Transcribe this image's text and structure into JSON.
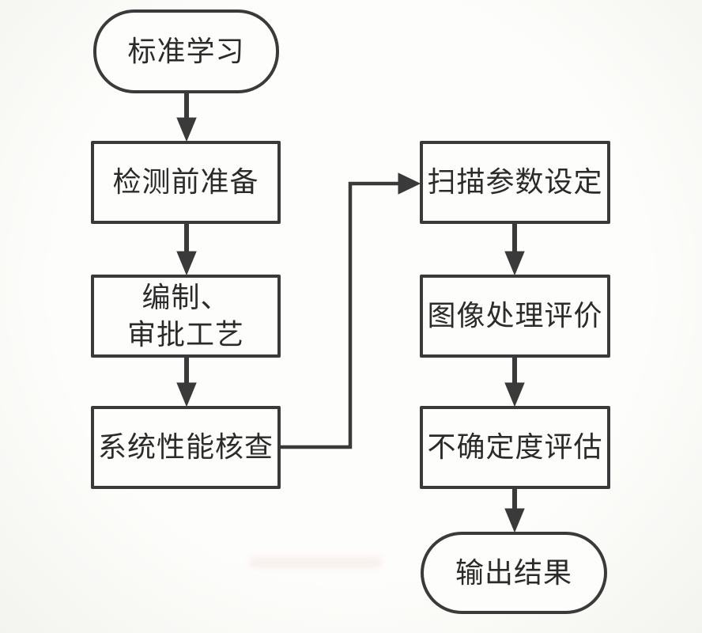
{
  "diagram": {
    "type": "flowchart",
    "stroke_color": "#3a3a3a",
    "text_color": "#2b2b2b",
    "background_color": "#fafaf7",
    "nodes": {
      "standard_learning": {
        "label": "标准学习",
        "shape": "terminator"
      },
      "pre_test_preparation": {
        "label": "检测前准备",
        "shape": "process"
      },
      "compile_approve_procedure": {
        "label": "编制、\n审批工艺",
        "shape": "process"
      },
      "system_performance_check": {
        "label": "系统性能核查",
        "shape": "process"
      },
      "scan_parameter_setting": {
        "label": "扫描参数设定",
        "shape": "process"
      },
      "image_processing_evaluation": {
        "label": "图像处理评价",
        "shape": "process"
      },
      "uncertainty_evaluation": {
        "label": "不确定度评估",
        "shape": "process"
      },
      "output_result": {
        "label": "输出结果",
        "shape": "terminator"
      }
    },
    "edges": [
      {
        "from": "standard_learning",
        "to": "pre_test_preparation",
        "style": "straight-down"
      },
      {
        "from": "pre_test_preparation",
        "to": "compile_approve_procedure",
        "style": "straight-down"
      },
      {
        "from": "compile_approve_procedure",
        "to": "system_performance_check",
        "style": "straight-down"
      },
      {
        "from": "system_performance_check",
        "to": "scan_parameter_setting",
        "style": "elbow-right-up-right"
      },
      {
        "from": "scan_parameter_setting",
        "to": "image_processing_evaluation",
        "style": "straight-down"
      },
      {
        "from": "image_processing_evaluation",
        "to": "uncertainty_evaluation",
        "style": "straight-down"
      },
      {
        "from": "uncertainty_evaluation",
        "to": "output_result",
        "style": "straight-down"
      }
    ]
  }
}
